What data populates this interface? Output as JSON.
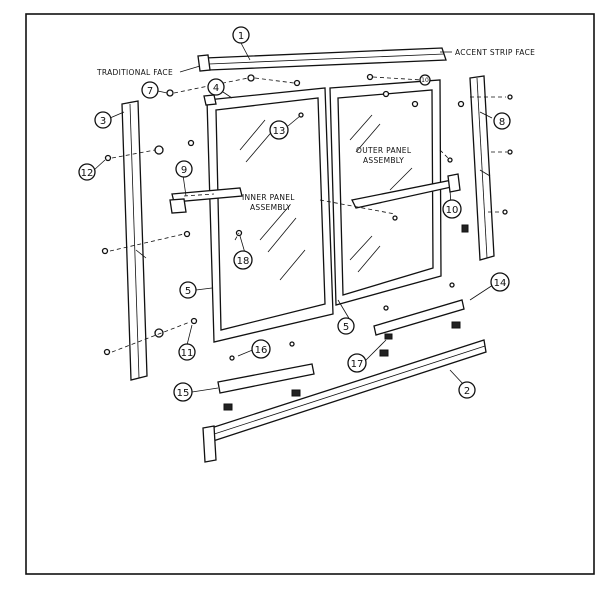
{
  "labels": {
    "traditional_face": "TRADITIONAL FACE",
    "accent_strip_face": "ACCENT STRIP FACE",
    "inner_panel_1": "INNER PANEL",
    "inner_panel_2": "ASSEMBLY",
    "outer_panel_1": "OUTER PANEL",
    "outer_panel_2": "ASSEMBLY"
  },
  "callouts": {
    "c1": "1",
    "c2": "2",
    "c3": "3",
    "c4": "4",
    "c5a": "5",
    "c5b": "5",
    "c7": "7",
    "c8": "8",
    "c9": "9",
    "c10": "10",
    "c10b": "10",
    "c11": "11",
    "c12": "12",
    "c13": "13",
    "c14": "14",
    "c15": "15",
    "c16": "16",
    "c17": "17",
    "c18": "18"
  }
}
